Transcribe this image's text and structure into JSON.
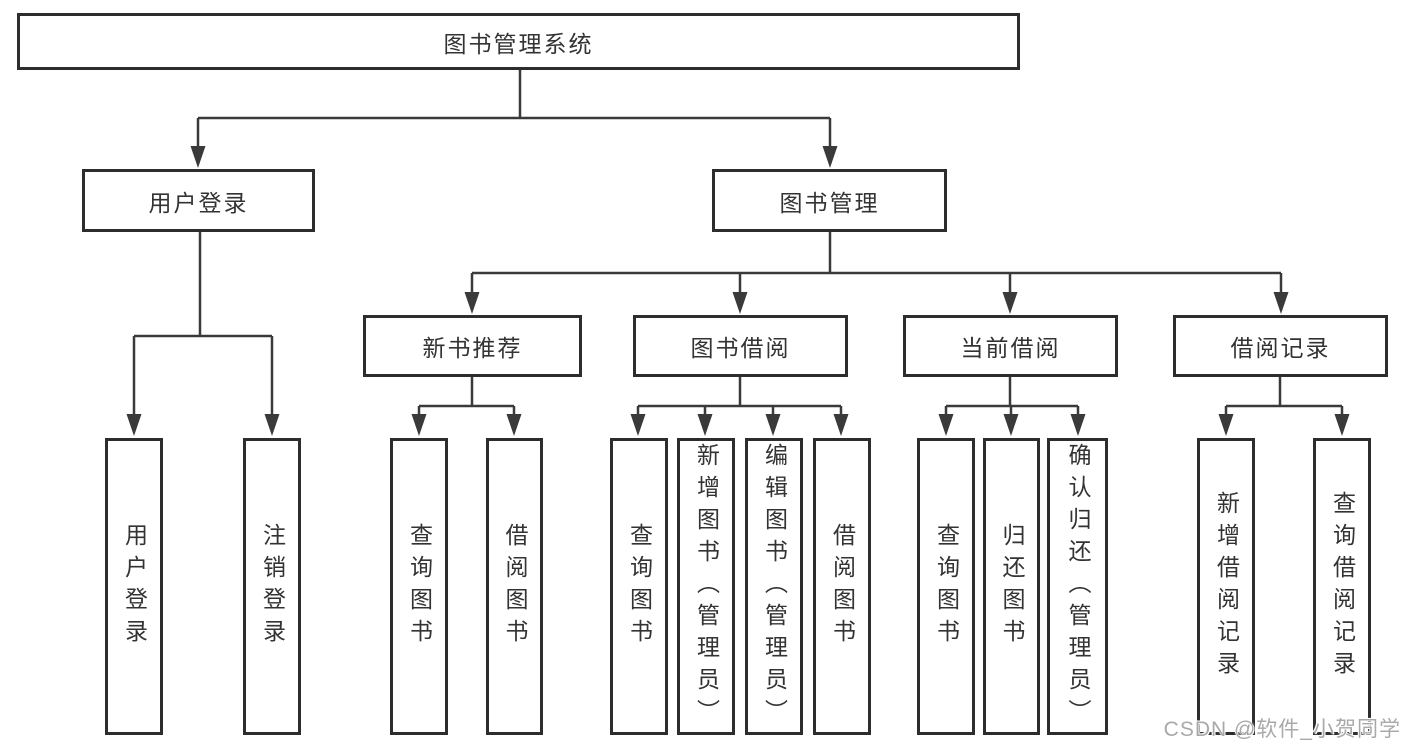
{
  "watermark": "CSDN @软件_小贺同学",
  "colors": {
    "background": "#ffffff",
    "box_border": "#2d2d2d",
    "connector_line": "#3a3a3a",
    "text": "#333333",
    "watermark_text": "#a9a9a9"
  },
  "tree": {
    "root": {
      "label": "图书管理系统",
      "children": [
        {
          "label": "用户登录",
          "children": [
            {
              "label": "用户登录"
            },
            {
              "label": "注销登录"
            }
          ]
        },
        {
          "label": "图书管理",
          "children": [
            {
              "label": "新书推荐",
              "children": [
                {
                  "label": "查询图书"
                },
                {
                  "label": "借阅图书"
                }
              ]
            },
            {
              "label": "图书借阅",
              "children": [
                {
                  "label": "查询图书"
                },
                {
                  "label": "新增图书（管理员）"
                },
                {
                  "label": "编辑图书（管理员）"
                },
                {
                  "label": "借阅图书"
                }
              ]
            },
            {
              "label": "当前借阅",
              "children": [
                {
                  "label": "查询图书"
                },
                {
                  "label": "归还图书"
                },
                {
                  "label": "确认归还（管理员）"
                }
              ]
            },
            {
              "label": "借阅记录",
              "children": [
                {
                  "label": "新增借阅记录"
                },
                {
                  "label": "查询借阅记录"
                }
              ]
            }
          ]
        }
      ]
    }
  }
}
